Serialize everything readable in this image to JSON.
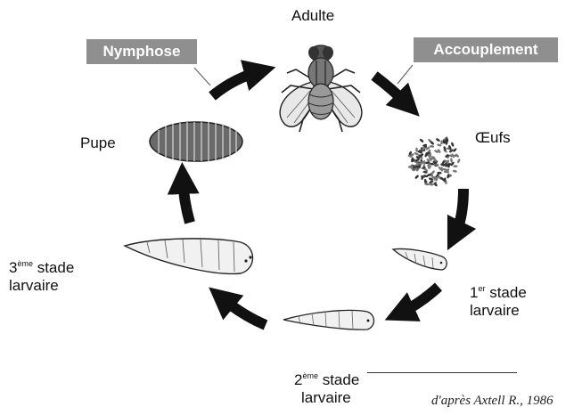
{
  "title": "",
  "stages": {
    "adult": "Adulte",
    "eggs": "Œufs",
    "larva1": {
      "num": "1",
      "sup": "er",
      "rest": " stade",
      "line2": "larvaire"
    },
    "larva2": {
      "num": "2",
      "sup": "ème",
      "rest": " stade",
      "line2": "larvaire"
    },
    "larva3": {
      "num": "3",
      "sup": "ème",
      "rest": " stade",
      "line2": "larvaire"
    },
    "pupa": "Pupe"
  },
  "transitions": {
    "mating": "Accouplement",
    "pupation": "Nymphose"
  },
  "credit": "d'après Axtell R., 1986",
  "icons": [
    "fly-icon",
    "eggs-icon",
    "larva-icon",
    "pupa-icon",
    "cycle-arrow-icon"
  ],
  "colors": {
    "arrow": "#111111",
    "badge": "#8f8f8f",
    "badge_text": "#ffffff"
  }
}
